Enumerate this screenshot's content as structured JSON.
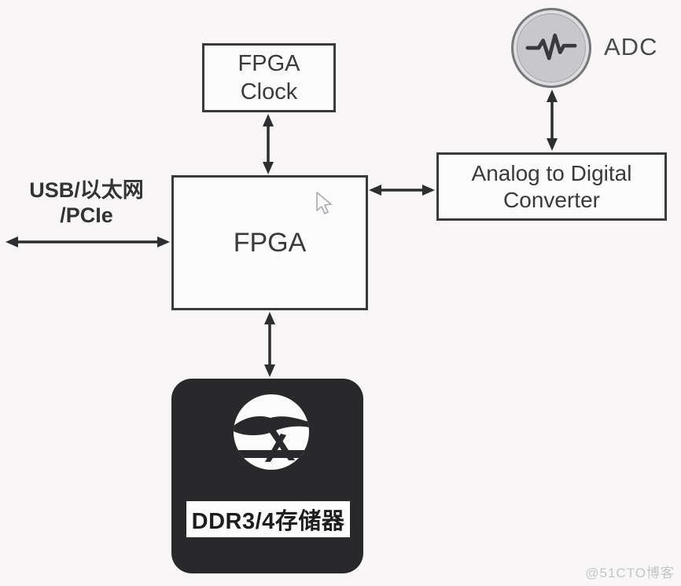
{
  "diagram": {
    "fpga_clock": {
      "line1": "FPGA",
      "line2": "Clock"
    },
    "adc": {
      "label": "ADC",
      "icon": "waveform-pulse-icon"
    },
    "converter": {
      "line1": "Analog to Digital",
      "line2": "Converter"
    },
    "fpga": {
      "label": "FPGA"
    },
    "usb": {
      "line1": "USB/以太网",
      "line2": "/PCIe"
    },
    "ddr": {
      "label": "DDR3/4存储器",
      "logo": "tree-logo-icon"
    },
    "connections": [
      {
        "from": "fpga-clock",
        "to": "fpga",
        "type": "bidirectional"
      },
      {
        "from": "adc-sensor",
        "to": "analog-to-digital-converter",
        "type": "bidirectional"
      },
      {
        "from": "fpga",
        "to": "analog-to-digital-converter",
        "type": "bidirectional"
      },
      {
        "from": "usb-ethernet-pcie",
        "to": "fpga",
        "type": "bidirectional"
      },
      {
        "from": "fpga",
        "to": "ddr-memory",
        "type": "bidirectional"
      }
    ],
    "colors": {
      "background": "#f8f6f6",
      "box_border": "#3a3a3c",
      "box_fill": "#fcfbfb",
      "line": "#2e2e30",
      "chip_body": "#29292b",
      "adc_fill": "#c8c8ca",
      "adc_ring": "#77777a",
      "watermark": "#c6c6ca"
    }
  },
  "watermark": {
    "text": "@51CTO博客"
  }
}
